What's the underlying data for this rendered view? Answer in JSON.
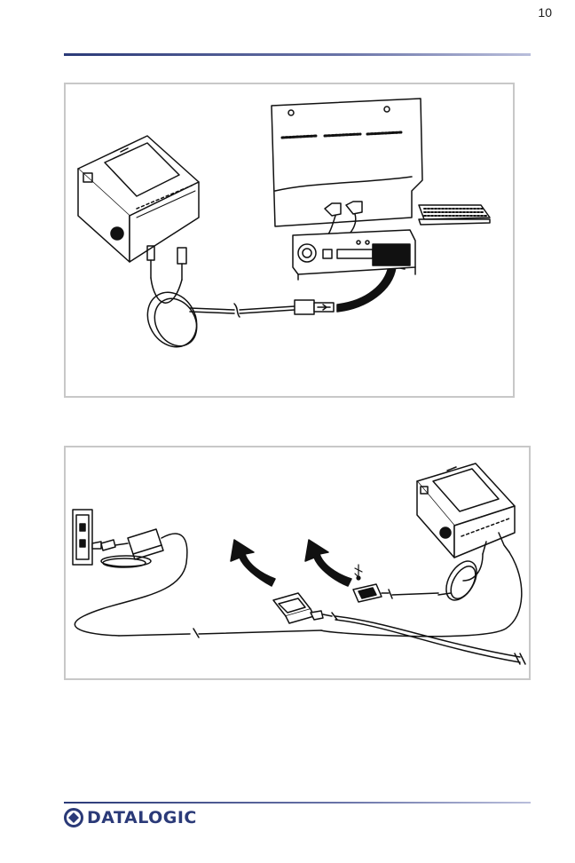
{
  "header": {
    "page_number": "10"
  },
  "figures": [
    {
      "id": "usb-connection",
      "devices": [
        "scanner",
        "usb-cable",
        "computer",
        "keyboard"
      ]
    },
    {
      "id": "rs232-connection",
      "devices": [
        "scanner",
        "power-supply",
        "wall-outlet",
        "rs232-connector",
        "usb-connector"
      ]
    }
  ],
  "footer": {
    "brand": "DATALOGIC",
    "accent_color": "#2b3a78"
  }
}
